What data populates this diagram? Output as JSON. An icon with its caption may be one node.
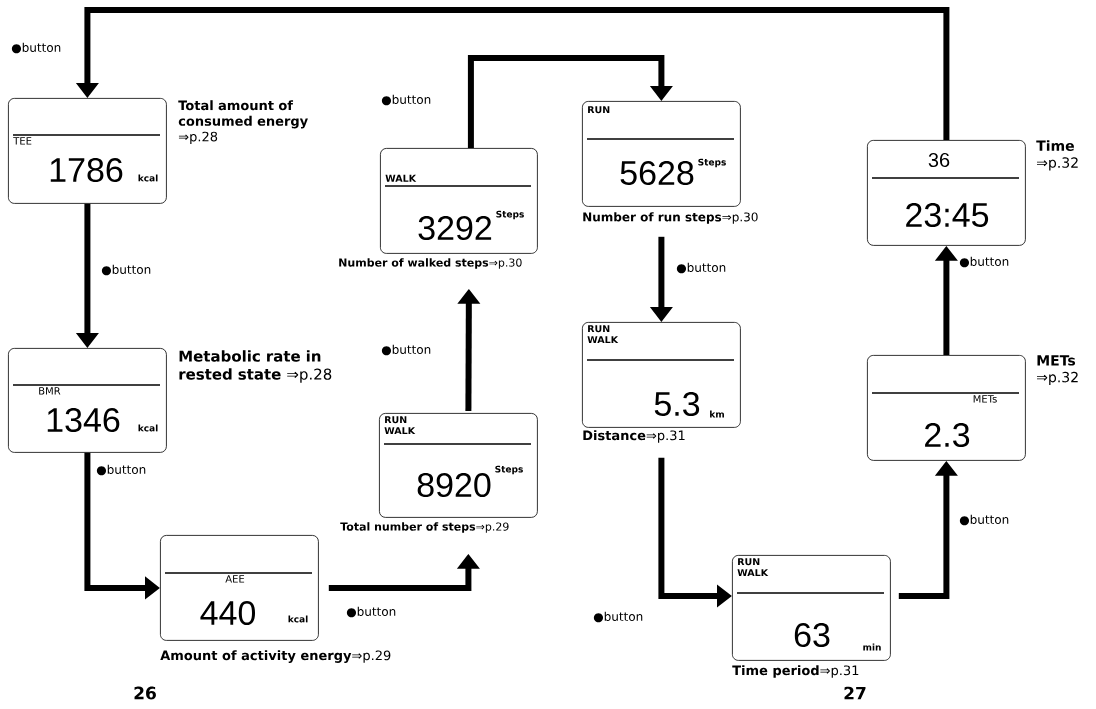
{
  "diagram": {
    "nodes": [
      {
        "text": [
          "TEE",
          "1786",
          "kcal"
        ],
        "beside": [
          "**Total amount of consumed energy** ⇒p.28"
        ]
      },
      {
        "text": [
          "BMR",
          "1346",
          "kcal"
        ],
        "beside": [
          "**Metabolic rate in rested state** ⇒p.28"
        ]
      },
      {
        "text": [
          "AEE",
          "440",
          "kcal"
        ],
        "beside": [
          "**Amount of activity energy**⇒p.29"
        ]
      },
      {
        "text": [
          "RUN WALK",
          "8920",
          "Steps"
        ],
        "beside": [
          "**Total number of steps**⇒p.29"
        ]
      },
      {
        "text": [
          "WALK",
          "3292",
          "Steps"
        ],
        "beside": [
          "**Number of walked steps**⇒p.30"
        ]
      },
      {
        "text": [
          "RUN",
          "5628",
          "Steps"
        ],
        "beside": [
          "**Number of run steps**⇒p.30"
        ]
      },
      {
        "text": [
          "RUN WALK",
          "5.3",
          "km"
        ],
        "beside": [
          "**Distance**⇒p.31"
        ]
      },
      {
        "text": [
          "RUN WALK",
          "63",
          "min"
        ],
        "beside": [
          "**Time period**⇒p.31"
        ]
      },
      {
        "text": [
          "METs",
          "2.3"
        ],
        "beside": [
          "**METs** ⇒p.32"
        ]
      },
      {
        "text": [
          "36",
          "23:45"
        ],
        "beside": [
          "**Time** ⇒p.32"
        ]
      }
    ],
    "edges": [
      {
        "from": 9,
        "to": 0,
        "arrow": "to",
        "label": "●button"
      },
      {
        "from": 0,
        "to": 1,
        "arrow": "to",
        "label": "●button"
      },
      {
        "from": 1,
        "to": 2,
        "arrow": "to",
        "label": "●button"
      },
      {
        "from": 2,
        "to": 3,
        "arrow": "to",
        "label": "●button"
      },
      {
        "from": 3,
        "to": 4,
        "arrow": "to",
        "label": "●button"
      },
      {
        "from": 4,
        "to": 5,
        "arrow": "to",
        "label": "●button"
      },
      {
        "from": 5,
        "to": 6,
        "arrow": "to",
        "label": "●button"
      },
      {
        "from": 6,
        "to": 7,
        "arrow": "to",
        "label": "●button"
      },
      {
        "from": 7,
        "to": 8,
        "arrow": "to",
        "label": "●button"
      },
      {
        "from": 8,
        "to": 9,
        "arrow": "to",
        "label": "●button"
      }
    ],
    "labels": [
      "26",
      "27"
    ]
  }
}
